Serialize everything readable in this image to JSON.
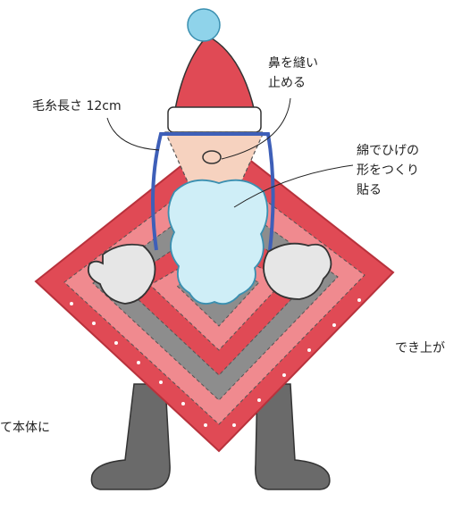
{
  "annotations": {
    "nose": "鼻を縫い\n止める",
    "yarn": "毛糸長さ 12cm",
    "beard": "綿でひげの\n形をつくり\n貼る",
    "done": "でき上が",
    "attach": "て本体に"
  },
  "colors": {
    "santa_red": "#e04a55",
    "light_red": "#f08a8f",
    "gray_stripe": "#8d8d8d",
    "boot_gray": "#6a6a6a",
    "pompom_blue": "#8fd3ea",
    "beard_blue": "#cfeef7",
    "cord_blue": "#3e5fb8",
    "mitten_gray": "#e6e6e6",
    "face_peach": "#f6d2bf",
    "outline": "#333333"
  }
}
